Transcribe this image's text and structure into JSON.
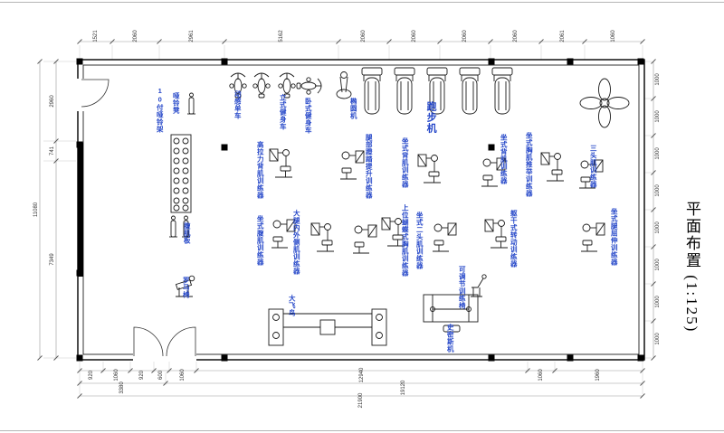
{
  "title": "平面布置 (1:125)",
  "colors": {
    "label": "#2446c8",
    "wall": "#000000",
    "dim_text": "#333333"
  },
  "dims": {
    "top": [
      "1521",
      "2060",
      "2961",
      "5162",
      "2060",
      "2060",
      "2060",
      "2060",
      "2061",
      "1060"
    ],
    "left": [
      "2960",
      "741",
      "7349"
    ],
    "left_total": "11080",
    "right": [
      "1000",
      "1000",
      "1000",
      "1000",
      "1000",
      "1000",
      "1000",
      "1000"
    ],
    "bottom_row1": [
      "920",
      "1060",
      "920",
      "600",
      "1060",
      "12940",
      "1060",
      "1960"
    ],
    "bottom_row2": [
      "3380",
      "19120"
    ],
    "bottom_total": "21900"
  },
  "labels": [
    {
      "text": "10付哑铃架"
    },
    {
      "text": "哑铃凳"
    },
    {
      "text": "动感单车"
    },
    {
      "text": "立式健身车"
    },
    {
      "text": "卧式健身车"
    },
    {
      "text": "椭圆机"
    },
    {
      "text": "跑步机"
    },
    {
      "text": "高拉力背肌训练器"
    },
    {
      "text": "腿部蹬踏提升训练器"
    },
    {
      "text": "坐式背肌训练器"
    },
    {
      "text": "坐式背肌训练器"
    },
    {
      "text": "坐式胸肌推举训练器"
    },
    {
      "text": "三头肌训练器"
    },
    {
      "text": "腹肌板"
    },
    {
      "text": "坐式腹肌训练器"
    },
    {
      "text": "大腿内外侧肌训练器"
    },
    {
      "text": "上位蝴蝶式胸肌训练器"
    },
    {
      "text": "坐式二头肌训练器"
    },
    {
      "text": "躯干式转动训练器"
    },
    {
      "text": "坐式腿屈伸训练器"
    },
    {
      "text": "罗马椅"
    },
    {
      "text": "大飞鸟"
    },
    {
      "text": "可调节训练椅"
    },
    {
      "text": "史密斯机"
    }
  ]
}
